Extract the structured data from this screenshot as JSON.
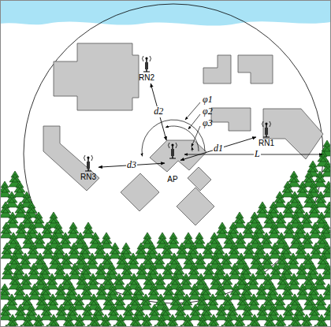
{
  "diagram": {
    "nodes": [
      {
        "text": [
          "RN2"
        ]
      },
      {
        "text": [
          "RN1"
        ]
      },
      {
        "text": [
          "RN3"
        ]
      },
      {
        "text": [
          "AP"
        ]
      }
    ],
    "edges": [
      {
        "from": 3,
        "to": 1,
        "label": "d1",
        "arrow": "both"
      },
      {
        "from": 3,
        "to": 0,
        "label": "d2",
        "arrow": "both"
      },
      {
        "from": 3,
        "to": 2,
        "label": "d3",
        "arrow": "both"
      }
    ],
    "labels": [
      "L",
      "φ1",
      "φ2",
      "φ3"
    ]
  }
}
